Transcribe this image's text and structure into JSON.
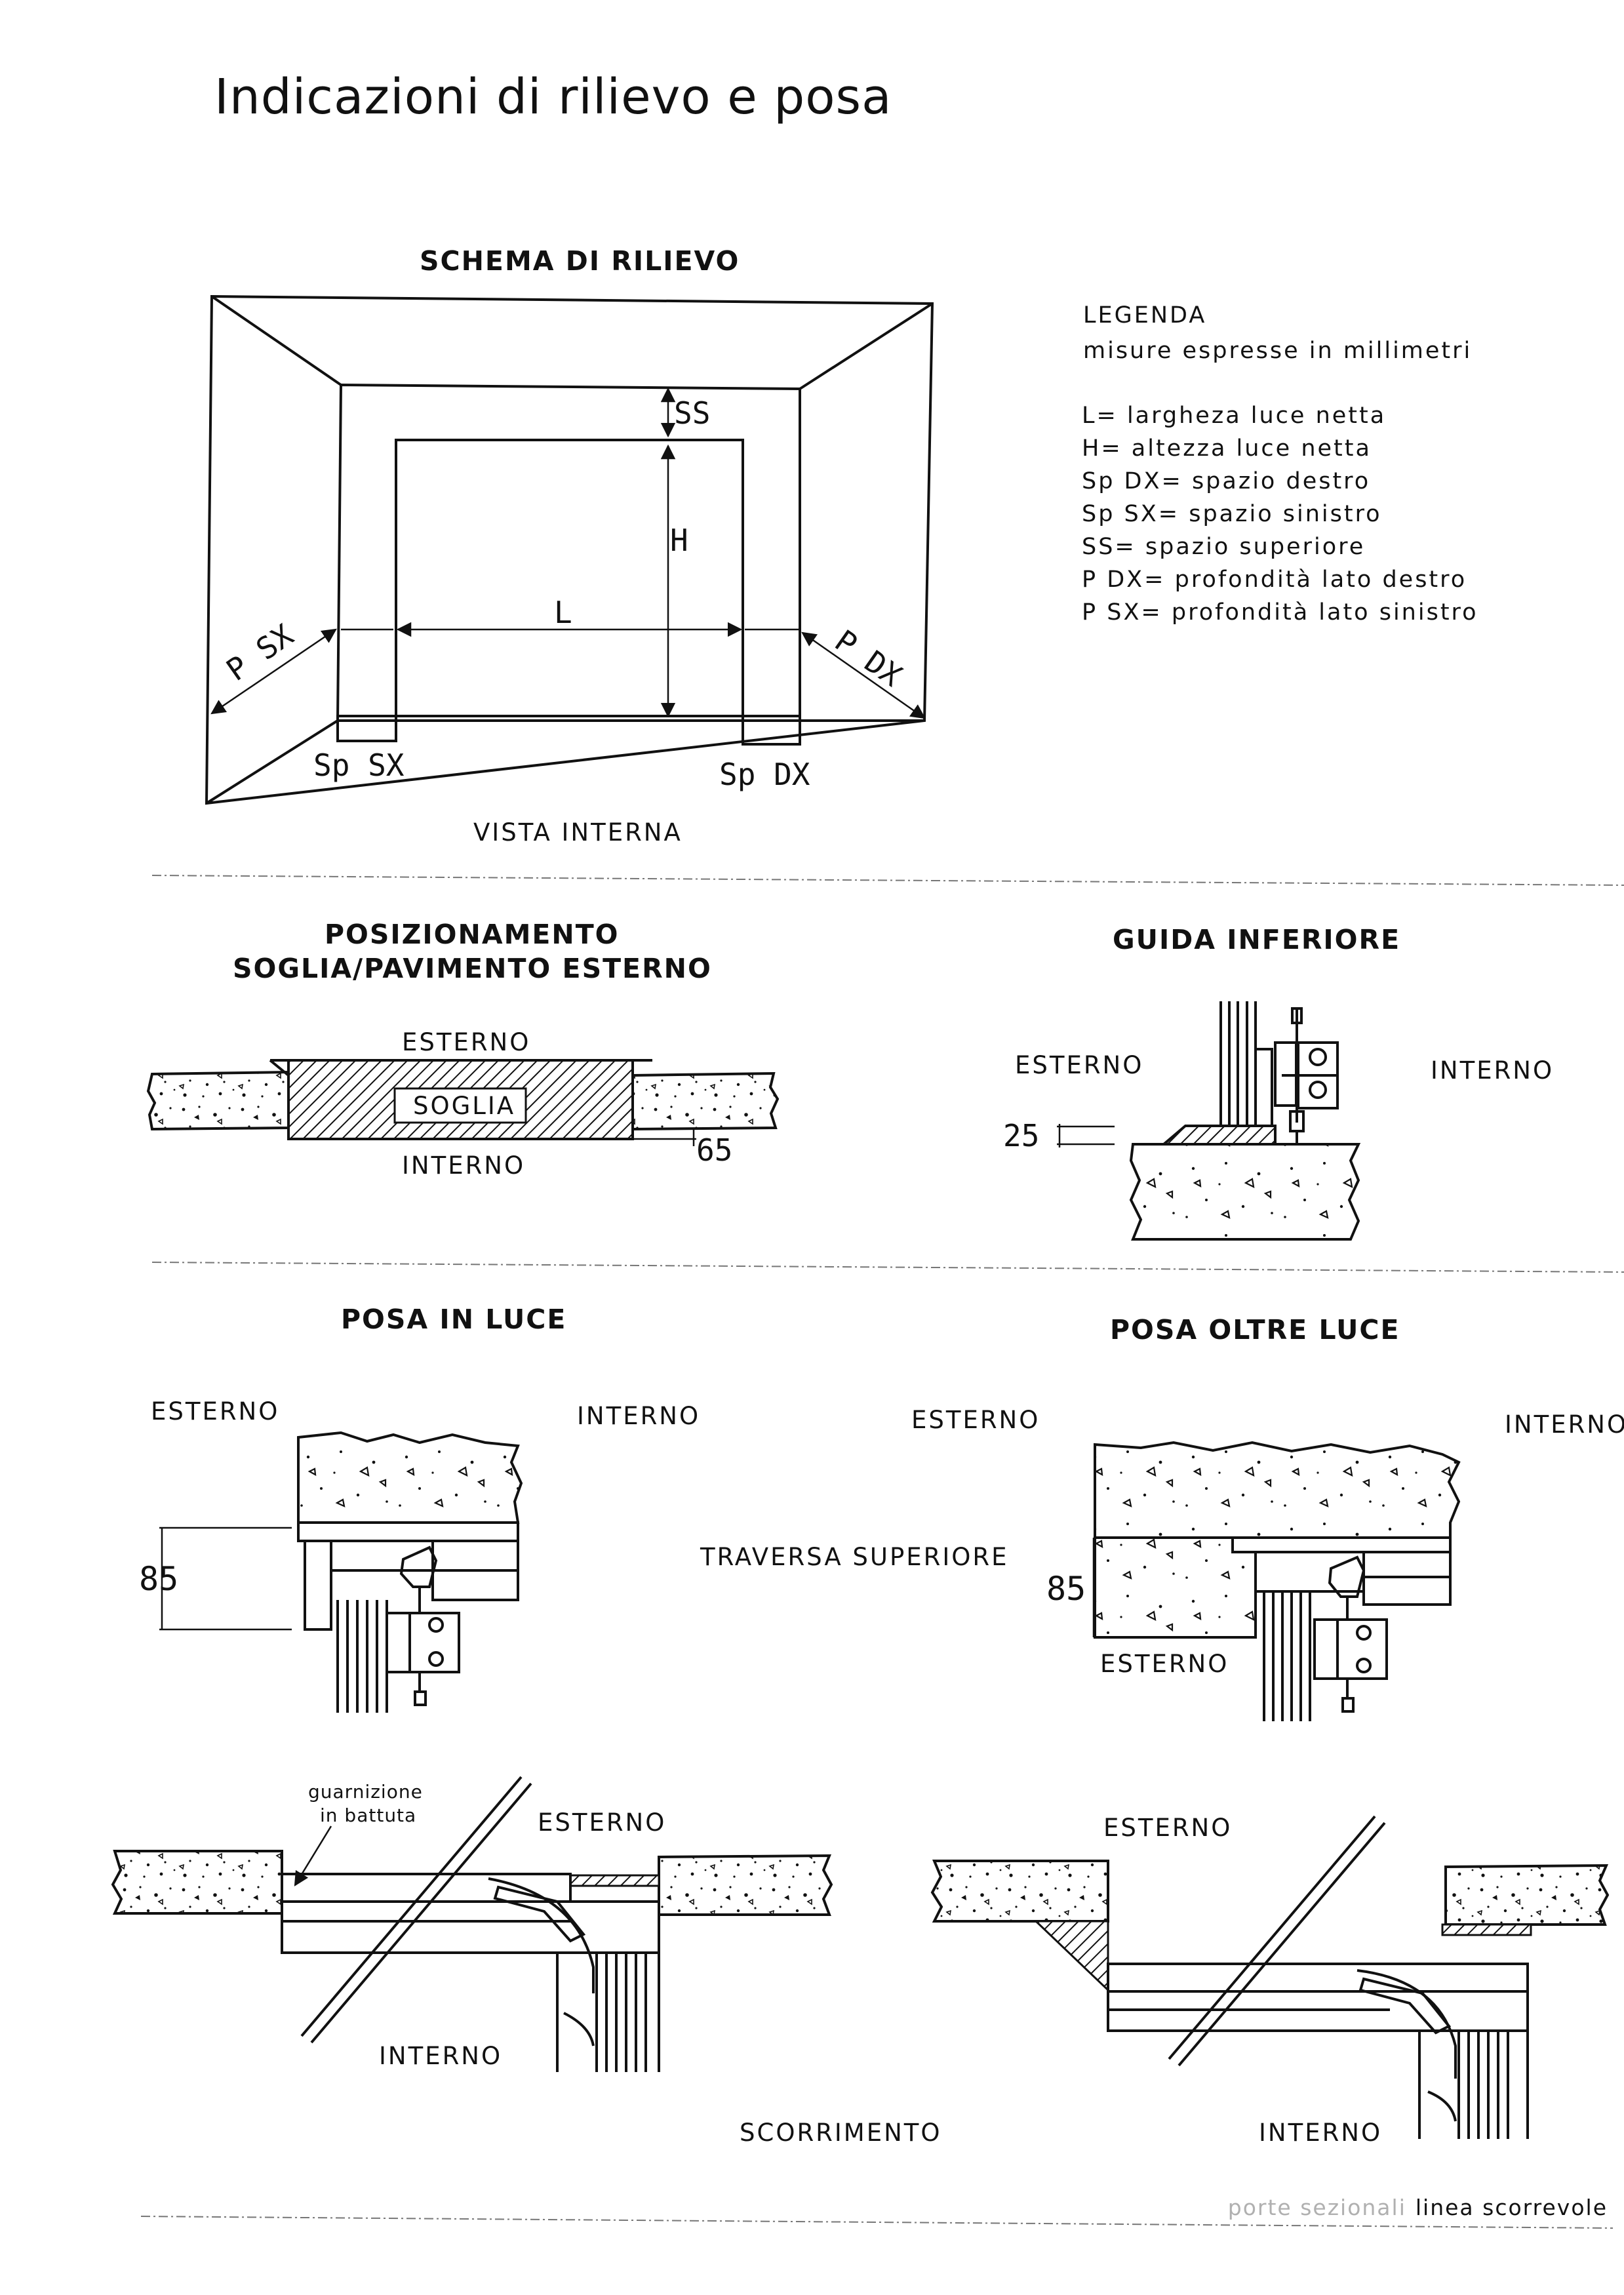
{
  "page": {
    "title": "Indicazioni di rilievo e posa",
    "footer_light": "porte sezionali",
    "footer_dark": "linea scorrevole"
  },
  "schema": {
    "heading": "SCHEMA DI RILIEVO",
    "caption": "VISTA INTERNA",
    "labels": {
      "ss": "SS",
      "h": "H",
      "l": "L",
      "p_sx": "P SX",
      "p_dx": "P DX",
      "sp_sx": "Sp SX",
      "sp_dx": "Sp DX"
    }
  },
  "legend": {
    "title": "LEGENDA",
    "subtitle": "misure espresse in millimetri",
    "items": [
      "L= largheza luce netta",
      "H= altezza luce netta",
      "Sp DX= spazio destro",
      "Sp SX= spazio sinistro",
      "SS= spazio superiore",
      "P DX= profondità lato destro",
      "P SX= profondità lato sinistro"
    ]
  },
  "posizionamento": {
    "heading_line1": "POSIZIONAMENTO",
    "heading_line2": "SOGLIA/PAVIMENTO ESTERNO",
    "esterno": "ESTERNO",
    "interno": "INTERNO",
    "soglia": "SOGLIA",
    "dim": "65"
  },
  "guida": {
    "heading": "GUIDA INFERIORE",
    "esterno": "ESTERNO",
    "interno": "INTERNO",
    "dim": "25"
  },
  "posa_luce": {
    "heading": "POSA IN LUCE",
    "esterno": "ESTERNO",
    "interno": "INTERNO",
    "dim": "85"
  },
  "traversa": "TRAVERSA SUPERIORE",
  "posa_oltre": {
    "heading": "POSA OLTRE LUCE",
    "esterno_top": "ESTERNO",
    "interno": "INTERNO",
    "esterno_inner": "ESTERNO",
    "dim": "85"
  },
  "scorrimento": {
    "caption": "SCORRIMENTO",
    "left": {
      "guarnizione_line1": "guarnizione",
      "guarnizione_line2": "in battuta",
      "esterno": "ESTERNO",
      "interno": "INTERNO"
    },
    "right": {
      "esterno": "ESTERNO",
      "interno": "INTERNO"
    }
  }
}
